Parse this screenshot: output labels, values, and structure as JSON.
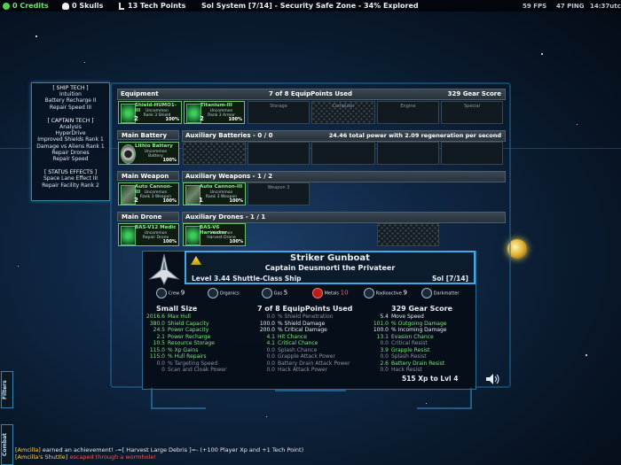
{
  "topbar": {
    "credits": "0 Credits",
    "skulls": "0 Skulls",
    "tech_points": "13 Tech Points",
    "location": "Sol System [7/14] - Security Safe Zone - 34% Explored",
    "fps": "59 FPS",
    "ping": "47 PING",
    "time": "14:37utc"
  },
  "tech_panel": {
    "ship_tech_header": "[ SHIP TECH ]",
    "ship_tech": [
      "Intuition",
      "Battery Recharge II",
      "Repair Speed III"
    ],
    "captain_tech_header": "[ CAPTAIN TECH ]",
    "captain_tech": [
      "Analysis",
      "HyperDrive",
      "Improved Shields Rank 1",
      "Damage vs Aliens Rank 1",
      "Repair Drones",
      "Repair Speed"
    ],
    "status_header": "[ STATUS EFFECTS ]",
    "status": [
      "Space Lane Effect III",
      "Repair Facility Rank 2"
    ]
  },
  "equipment": {
    "header": "Equipment",
    "points": "7 of 8 EquipPoints Used",
    "gear_score": "329 Gear Score",
    "slots": [
      {
        "name": "Shield-HUMO1-III",
        "rarity": "Uncommon",
        "detail": "Rank 3 Shield",
        "count": "2",
        "pct": "100%"
      },
      {
        "name": "Titanium-III",
        "rarity": "Uncommon",
        "detail": "Rank 3 Armor",
        "count": "2",
        "pct": "100%"
      }
    ],
    "empty": [
      "Storage",
      "Computer",
      "Engine",
      "Special"
    ]
  },
  "battery": {
    "main_header": "Main Battery",
    "main_item": {
      "name": "Lithio Battery",
      "rarity": "Uncommon",
      "detail": "Battery",
      "pct": "100%"
    },
    "aux_header": "Auxiliary Batteries - 0 / 0",
    "aux_info": "24.46 total power with 2.09 regeneration per second"
  },
  "weapon": {
    "main_header": "Main Weapon",
    "main_item": {
      "name": "Auto Cannon-III",
      "rarity": "Uncommon",
      "detail": "Rank 3 Weapon",
      "count": "2",
      "pct": "100%"
    },
    "aux_header": "Auxiliary Weapons - 1 / 2",
    "aux_item": {
      "name": "Auto Cannon-III",
      "rarity": "Uncommon",
      "detail": "Rank 3 Weapon",
      "count": "1",
      "pct": "100%"
    },
    "aux_empty": "Weapon 3"
  },
  "drone": {
    "main_header": "Main Drone",
    "main_item": {
      "name": "BAS-V12 Medic",
      "rarity": "Uncommon",
      "detail": "Repair Drone",
      "pct": "100%"
    },
    "aux_header": "Auxiliary Drones - 1 / 1",
    "aux_item": {
      "name": "BAS-V6 Harvester",
      "rarity": "Uncommon",
      "detail": "Harvest Drone",
      "pct": "100%"
    }
  },
  "ship": {
    "name": "Striker Gunboat",
    "captain": "Captain Deusmorti the Privateer",
    "class": "Level 3.44 Shuttle-Class Ship",
    "system": "Sol [7/14]",
    "size": "Small Size",
    "points": "7 of 8 EquipPoints Used",
    "gear": "329 Gear Score",
    "xp": "515 Xp to Lvl 4"
  },
  "resources": [
    {
      "label": "Crew",
      "value": "9"
    },
    {
      "label": "Organics",
      "value": ""
    },
    {
      "label": "Gas",
      "value": "5"
    },
    {
      "label": "Metals",
      "value": "10"
    },
    {
      "label": "Radioactive",
      "value": "9"
    },
    {
      "label": "Darkmatter",
      "value": ""
    }
  ],
  "stats_left": [
    {
      "v": "2016.6",
      "k": "Max Hull",
      "c": "g"
    },
    {
      "v": "380.0",
      "k": "Shield Capacity",
      "c": "g"
    },
    {
      "v": "24.5",
      "k": "Power Capacity",
      "c": "g"
    },
    {
      "v": "2.1",
      "k": "Power Recharge",
      "c": "g"
    },
    {
      "v": "10.5",
      "k": "Resource Storage",
      "c": "g"
    },
    {
      "v": "115.0",
      "k": "% Xp Gains",
      "c": "g"
    },
    {
      "v": "115.0",
      "k": "% Hull Repairs",
      "c": "g"
    },
    {
      "v": "0.0",
      "k": "% Targeting Speed",
      "c": "gr"
    },
    {
      "v": "0",
      "k": "Scan and Cloak Power",
      "c": "gr"
    }
  ],
  "stats_mid": [
    {
      "v": "0.0",
      "k": "% Shield Penetration",
      "c": "gr"
    },
    {
      "v": "100.0",
      "k": "% Shield Damage",
      "c": "w"
    },
    {
      "v": "200.0",
      "k": "% Critical Damage",
      "c": "w"
    },
    {
      "v": "4.1",
      "k": "Hit Chance",
      "c": "g"
    },
    {
      "v": "4.1",
      "k": "Critical Chance",
      "c": "g"
    },
    {
      "v": "0.0",
      "k": "Splash Chance",
      "c": "gr"
    },
    {
      "v": "0.0",
      "k": "Grapple Attack Power",
      "c": "gr"
    },
    {
      "v": "0.0",
      "k": "Battery Drain Attack Power",
      "c": "gr"
    },
    {
      "v": "0.0",
      "k": "Hack Attack Power",
      "c": "gr"
    }
  ],
  "stats_right": [
    {
      "v": "5.4",
      "k": "Move Speed",
      "c": "w"
    },
    {
      "v": "101.0",
      "k": "% Outgoing Damage",
      "c": "g"
    },
    {
      "v": "100.0",
      "k": "% Incoming Damage",
      "c": "w"
    },
    {
      "v": "13.1",
      "k": "Evasion Chance",
      "c": "g"
    },
    {
      "v": "0.0",
      "k": "Critical Resist",
      "c": "gr"
    },
    {
      "v": "3.9",
      "k": "Grapple Resist",
      "c": "g"
    },
    {
      "v": "0.0",
      "k": "Splash Resist",
      "c": "gr"
    },
    {
      "v": "2.6",
      "k": "Battery Drain Resist",
      "c": "g"
    },
    {
      "v": "0.0",
      "k": "Hack Resist",
      "c": "gr"
    }
  ],
  "side_buttons": {
    "filters": "Filters",
    "combat": "Combat"
  },
  "chat": [
    {
      "name": "[Amcilla]",
      "text": " earned an achievement! -=[ Harvest Large Debris ]=- (+100 Player Xp and +1 Tech Point)"
    },
    {
      "name": "[Amcilla's Shuttle]",
      "text": " escaped through a wormhole!"
    }
  ],
  "colors": {
    "accent": "#42a8e6",
    "equipped": "#6bc06b",
    "player_name": "#ffd24a",
    "chat_red": "#ff5050"
  }
}
